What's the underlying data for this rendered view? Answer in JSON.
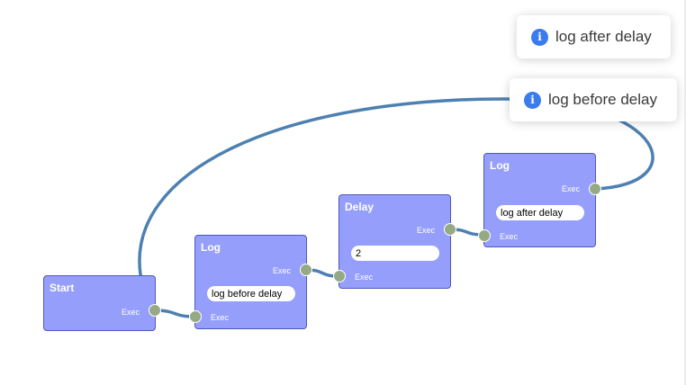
{
  "colors": {
    "node_fill": "#959ffb",
    "node_border": "#4e58bf",
    "port_fill": "#96a985",
    "connection": "#4d80b2",
    "toast_icon": "#3a7bef"
  },
  "nodes": {
    "start": {
      "title": "Start",
      "exec_out_label": "Exec"
    },
    "log_before": {
      "title": "Log",
      "exec_out_label": "Exec",
      "message_value": "log before delay",
      "exec_in_label": "Exec"
    },
    "delay": {
      "title": "Delay",
      "exec_out_label": "Exec",
      "seconds_value": "2",
      "exec_in_label": "Exec"
    },
    "log_after": {
      "title": "Log",
      "exec_out_label": "Exec",
      "message_value": "log after delay",
      "exec_in_label": "Exec"
    }
  },
  "toasts": [
    {
      "icon": "info-icon",
      "glyph": "i",
      "text": "log after delay"
    },
    {
      "icon": "info-icon",
      "glyph": "i",
      "text": "log before delay"
    }
  ]
}
